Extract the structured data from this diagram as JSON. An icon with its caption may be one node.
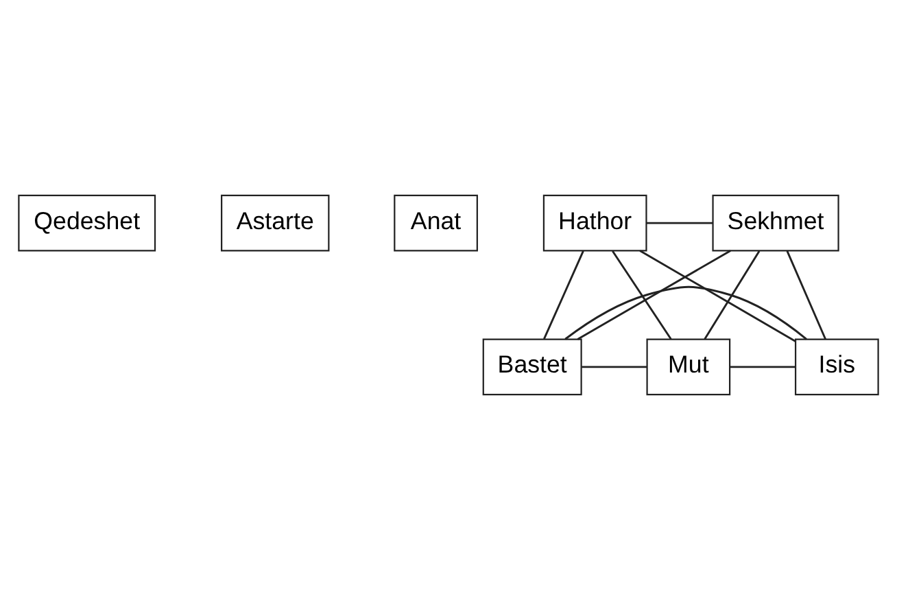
{
  "diagram": {
    "nodes": [
      {
        "text": [
          "Qedeshet"
        ]
      },
      {
        "text": [
          "Astarte"
        ]
      },
      {
        "text": [
          "Anat"
        ]
      },
      {
        "text": [
          "Hathor"
        ]
      },
      {
        "text": [
          "Sekhmet"
        ]
      },
      {
        "text": [
          "Bastet"
        ]
      },
      {
        "text": [
          "Mut"
        ]
      },
      {
        "text": [
          "Isis"
        ]
      }
    ],
    "edges": [
      {
        "from": 3,
        "to": 4,
        "arrow": "none"
      },
      {
        "from": 3,
        "to": 5,
        "arrow": "none"
      },
      {
        "from": 3,
        "to": 6,
        "arrow": "none"
      },
      {
        "from": 3,
        "to": 7,
        "arrow": "none"
      },
      {
        "from": 4,
        "to": 5,
        "arrow": "none"
      },
      {
        "from": 4,
        "to": 6,
        "arrow": "none"
      },
      {
        "from": 4,
        "to": 7,
        "arrow": "none"
      },
      {
        "from": 5,
        "to": 6,
        "arrow": "none"
      },
      {
        "from": 6,
        "to": 7,
        "arrow": "none"
      },
      {
        "from": 5,
        "to": 7,
        "arrow": "none"
      }
    ]
  }
}
